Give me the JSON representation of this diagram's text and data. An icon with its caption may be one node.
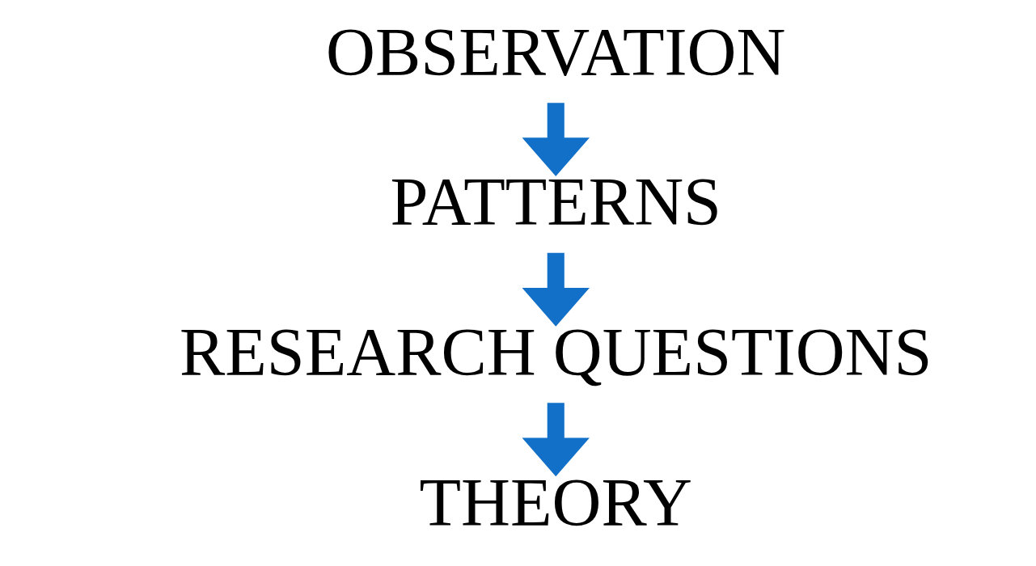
{
  "diagram": {
    "nodes": [
      {
        "text": [
          "OBSERVATION"
        ]
      },
      {
        "text": [
          "PATTERNS"
        ]
      },
      {
        "text": [
          "RESEARCH QUESTIONS"
        ]
      },
      {
        "text": [
          "THEORY"
        ]
      }
    ],
    "edges": [
      {
        "from": 0,
        "to": 1,
        "arrow": "to"
      },
      {
        "from": 1,
        "to": 2,
        "arrow": "to"
      },
      {
        "from": 2,
        "to": 3,
        "arrow": "to"
      }
    ]
  }
}
